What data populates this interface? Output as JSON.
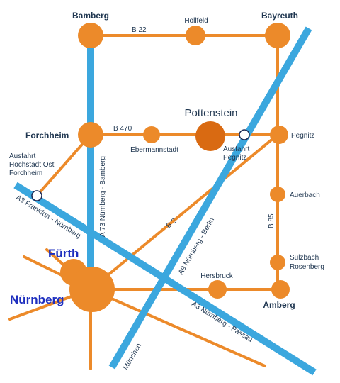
{
  "cities": {
    "bamberg": "Bamberg",
    "hollfeld": "Hollfeld",
    "bayreuth": "Bayreuth",
    "pottenstein": "Pottenstein",
    "forchheim": "Forchheim",
    "ebermannstadt": "Ebermannstadt",
    "pegnitz": "Pegnitz",
    "auerbach": "Auerbach",
    "sulzbach_line1": "Sulzbach",
    "sulzbach_line2": "Rosenberg",
    "hersbruck": "Hersbruck",
    "amberg": "Amberg",
    "fuerth": "Fürth",
    "nuernberg": "Nürnberg"
  },
  "exits": {
    "pegnitz_line1": "Ausfahrt",
    "pegnitz_line2": "Pegnitz",
    "hoechstadt_line1": "Ausfahrt",
    "hoechstadt_line2": "Höchstadt Ost",
    "hoechstadt_line3": "Forchheim"
  },
  "roads": {
    "b22": "B 22",
    "b470": "B 470",
    "b2": "B 2",
    "b85": "B 85",
    "a73": "A 73 Nürnberg - Bamberg",
    "a3_west": "A3 Frankfurt - Nürnberg",
    "a3_east": "A3 Nürnberg - Passau",
    "a9": "A9 Nürnberg - Berlin",
    "muenchen": "München"
  },
  "colors": {
    "federal_road": "#ec8a2a",
    "motorway": "#3ba7de",
    "highlight_city": "#d96a12",
    "major_city_label": "#1e2fbf"
  }
}
